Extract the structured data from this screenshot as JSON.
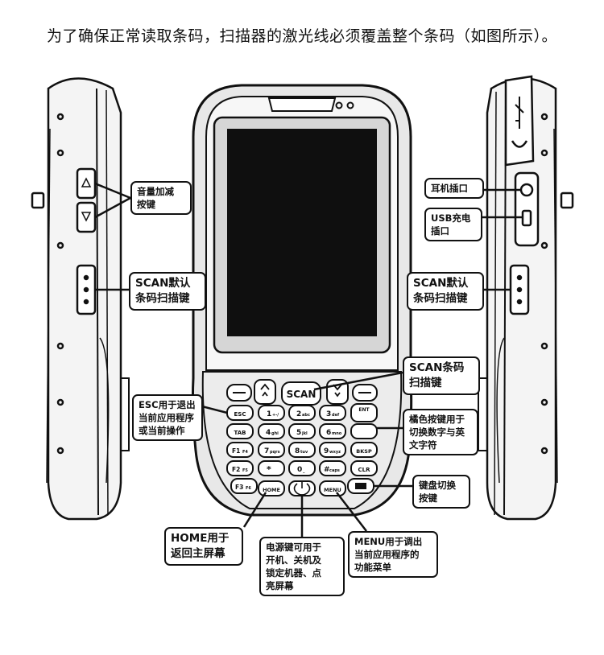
{
  "title": "为了确保正常读取条码，扫描器的激光线必须覆盖整个条码（如图所示）。",
  "callouts": {
    "volume": "音量加减\n按键",
    "scan_left": "SCAN默认\n条码扫描键",
    "earphone": "耳机插口",
    "usb": "USB充电\n插口",
    "scan_right": "SCAN默认\n条码扫描键",
    "scan_front": "SCAN条码\n扫描键",
    "esc": "ESC用于退出\n当前应用程序\n或当前操作",
    "orange": "橘色按键用于\n切换数字与英\n文字符",
    "keyboard_switch": "键盘切换\n按键",
    "home": "HOME用于\n返回主屏幕",
    "power": "电源键可用于\n开机、关机及\n锁定机器、点\n亮屏幕",
    "menu": "MENU用于调出\n当前应用程序的\n功能菜单"
  },
  "keys": {
    "scan": "SCAN",
    "esc": "ESC",
    "tab": "TAB",
    "f1": "F1",
    "f2": "F2",
    "f3": "F3",
    "ent": "ENT",
    "bksp": "BKSP",
    "clr": "CLR",
    "home": "HOME",
    "menu": "MENU",
    "k1": "1",
    "k2": "2",
    "k3": "3",
    "k4": "4",
    "k5": "5",
    "k6": "6",
    "k7": "7",
    "k8": "8",
    "k9": "9",
    "k0": "0",
    "star": "*",
    "hash": "#",
    "k1_sub": "+-/",
    "k2_sub": "abc",
    "k3_sub": "def",
    "k4_sub": "ghi",
    "k5_sub": "jkl",
    "k6_sub": "mno",
    "k7_sub": "pqrs",
    "k8_sub": "tuv",
    "k9_sub": "wxyz",
    "k0_sub": "_",
    "hash_sub": "caps",
    "f1_sub": "F4",
    "f2_sub": "F5",
    "f3_sub": "F6"
  }
}
